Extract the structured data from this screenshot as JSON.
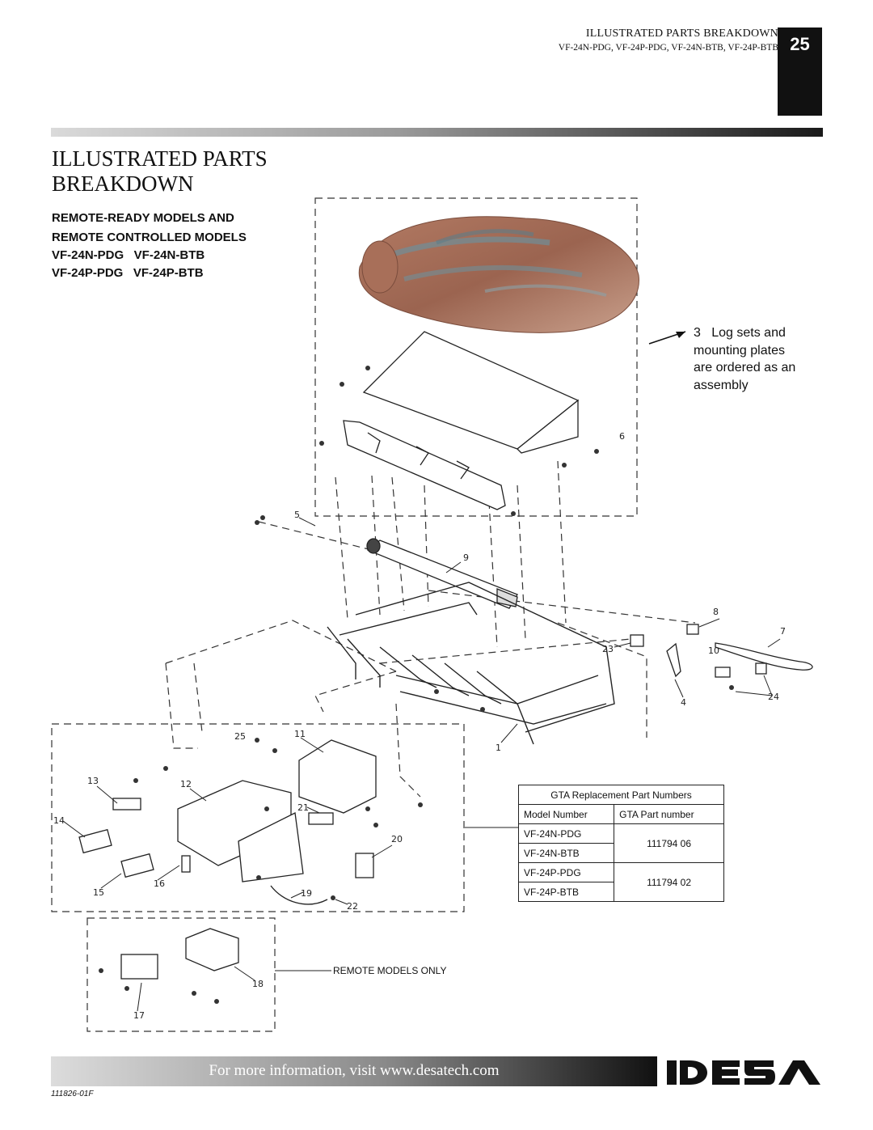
{
  "header": {
    "section_title": "ILLUSTRATED PARTS BREAKDOWN",
    "models_line": "VF-24N-PDG, VF-24P-PDG, VF-24N-BTB, VF-24P-BTB",
    "page_number": "25"
  },
  "title": {
    "line1": "ILLUSTRATED PARTS",
    "line2": "BREAKDOWN"
  },
  "subheadings": [
    "REMOTE-READY MODELS AND",
    "REMOTE CONTROLLED MODELS",
    "VF-24N-PDG   VF-24N-BTB",
    "VF-24P-PDG   VF-24P-BTB"
  ],
  "log_note": {
    "number": "3",
    "lines": [
      "Log sets and",
      "mounting plates",
      "are ordered as an",
      "assembly"
    ]
  },
  "callouts": [
    "1",
    "4",
    "5",
    "6",
    "7",
    "8",
    "9",
    "10",
    "11",
    "12",
    "13",
    "14",
    "15",
    "16",
    "17",
    "18",
    "19",
    "20",
    "21",
    "22",
    "23",
    "24",
    "25"
  ],
  "gta_table": {
    "caption": "GTA Replacement Part Numbers",
    "headers": [
      "Model Number",
      "GTA Part number"
    ],
    "rows": [
      {
        "model": "VF-24N-PDG",
        "part": "111794 06"
      },
      {
        "model": "VF-24N-BTB",
        "part": ""
      },
      {
        "model": "VF-24P-PDG",
        "part": "111794 02"
      },
      {
        "model": "VF-24P-BTB",
        "part": ""
      }
    ]
  },
  "remote_label": "REMOTE MODELS ONLY",
  "footer": {
    "text": "For more information, visit www.desatech.com",
    "brand": "DESA",
    "doc_code": "111826-01F"
  }
}
